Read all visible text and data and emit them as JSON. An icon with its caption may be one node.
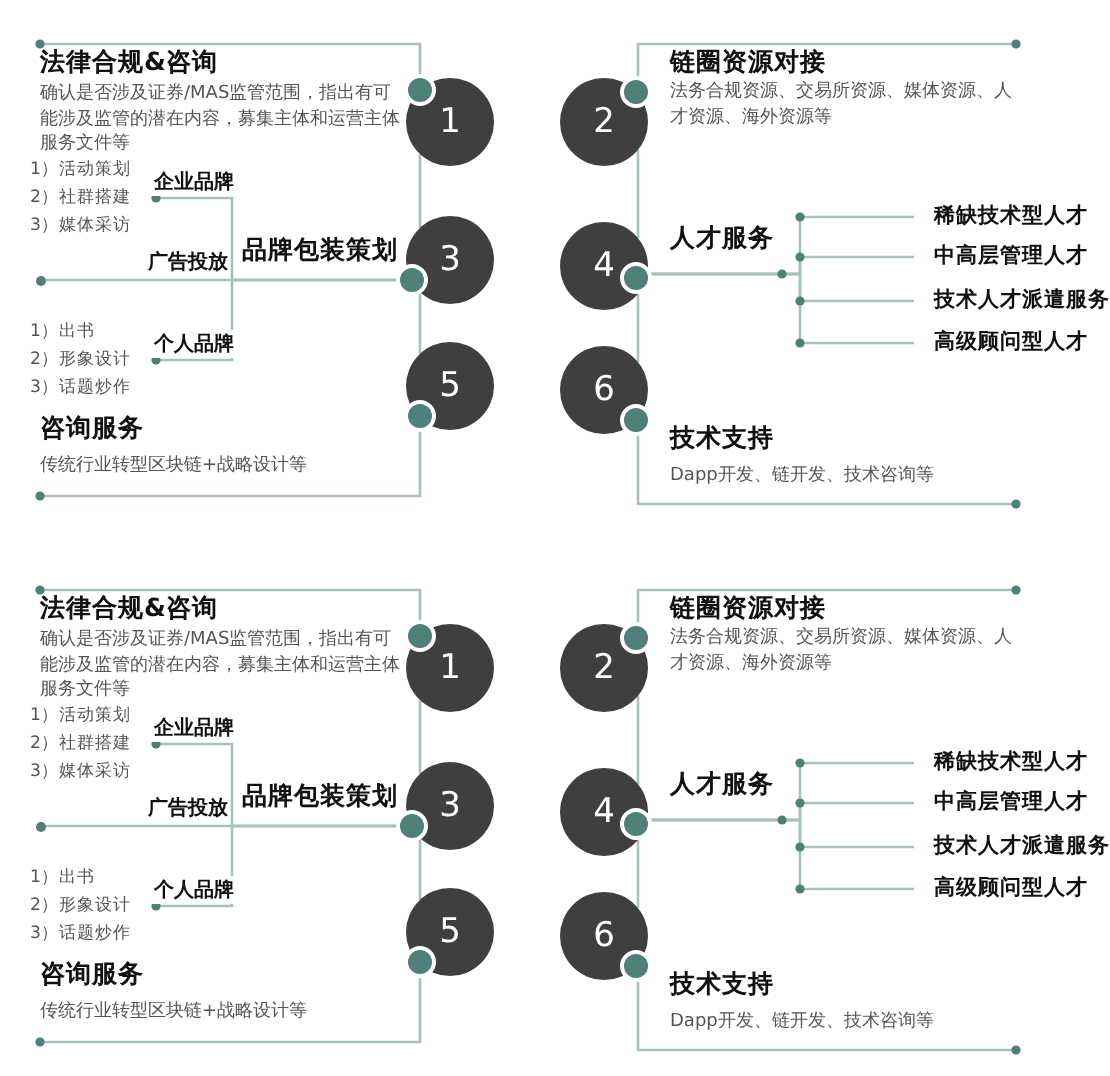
{
  "diagram": {
    "nodes": [
      {
        "text": [
          "1"
        ],
        "beside": [
          "法律合规&咨询",
          "确认是否涉及证券/MAS监管范围，指出有可能涉及监管的潜在内容，募集主体和运营主体服务文件等"
        ]
      },
      {
        "text": [
          "2"
        ],
        "beside": [
          "链圈资源对接",
          "法务合规资源、交易所资源、媒体资源、人才资源、海外资源等"
        ]
      },
      {
        "text": [
          "3"
        ],
        "beside": [
          "品牌包装策划"
        ]
      },
      {
        "text": [
          "4"
        ],
        "beside": [
          "人才服务"
        ]
      },
      {
        "text": [
          "5"
        ],
        "beside": [
          "咨询服务",
          "传统行业转型区块链+战略设计等"
        ]
      },
      {
        "text": [
          "6"
        ],
        "beside": [
          "技术支持",
          "Dapp开发、链开发、技术咨询等"
        ]
      },
      {
        "text": [
          "1）活动策划",
          "2）社群搭建",
          "3）媒体采访"
        ]
      },
      {
        "text": [
          "1）出书",
          "2）形象设计",
          "3）话题炒作"
        ]
      },
      {
        "text": [
          "稀缺技术型人才"
        ]
      },
      {
        "text": [
          "中高层管理人才"
        ]
      },
      {
        "text": [
          "技术人才派遣服务"
        ]
      },
      {
        "text": [
          "高级顾问型人才"
        ]
      },
      {
        "text": [
          "1"
        ],
        "beside": [
          "法律合规&咨询",
          "确认是否涉及证券/MAS监管范围，指出有可能涉及监管的潜在内容，募集主体和运营主体服务文件等"
        ]
      },
      {
        "text": [
          "2"
        ],
        "beside": [
          "链圈资源对接",
          "法务合规资源、交易所资源、媒体资源、人才资源、海外资源等"
        ]
      },
      {
        "text": [
          "3"
        ],
        "beside": [
          "品牌包装策划"
        ]
      },
      {
        "text": [
          "4"
        ],
        "beside": [
          "人才服务"
        ]
      },
      {
        "text": [
          "5"
        ],
        "beside": [
          "咨询服务",
          "传统行业转型区块链+战略设计等"
        ]
      },
      {
        "text": [
          "6"
        ],
        "beside": [
          "技术支持",
          "Dapp开发、链开发、技术咨询等"
        ]
      },
      {
        "text": [
          "1）活动策划",
          "2）社群搭建",
          "3）媒体采访"
        ]
      },
      {
        "text": [
          "1）出书",
          "2）形象设计",
          "3）话题炒作"
        ]
      },
      {
        "text": [
          "稀缺技术型人才"
        ]
      },
      {
        "text": [
          "中高层管理人才"
        ]
      },
      {
        "text": [
          "技术人才派遣服务"
        ]
      },
      {
        "text": [
          "高级顾问型人才"
        ]
      },
      {
        "text": [],
        "shape": "circle"
      },
      {
        "text": [],
        "shape": "circle"
      }
    ],
    "edges": [
      {
        "from": 0,
        "to": 2,
        "arrow": "none"
      },
      {
        "from": 2,
        "to": 4,
        "arrow": "none"
      },
      {
        "from": 1,
        "to": 3,
        "arrow": "none"
      },
      {
        "from": 3,
        "to": 5,
        "arrow": "none"
      },
      {
        "from": 2,
        "to": 6,
        "arrow": "other",
        "label": "企业品牌"
      },
      {
        "from": 2,
        "to": 7,
        "arrow": "other",
        "label": "个人品牌"
      },
      {
        "from": 2,
        "to": 24,
        "arrow": "none",
        "label": "广告投放"
      },
      {
        "from": 3,
        "to": 8,
        "arrow": "none"
      },
      {
        "from": 3,
        "to": 9,
        "arrow": "none"
      },
      {
        "from": 3,
        "to": 10,
        "arrow": "none"
      },
      {
        "from": 3,
        "to": 11,
        "arrow": "none"
      },
      {
        "from": 12,
        "to": 14,
        "arrow": "none"
      },
      {
        "from": 14,
        "to": 16,
        "arrow": "none"
      },
      {
        "from": 13,
        "to": 15,
        "arrow": "none"
      },
      {
        "from": 15,
        "to": 17,
        "arrow": "none"
      },
      {
        "from": 14,
        "to": 18,
        "arrow": "other",
        "label": "企业品牌"
      },
      {
        "from": 14,
        "to": 19,
        "arrow": "other",
        "label": "个人品牌"
      },
      {
        "from": 14,
        "to": 25,
        "arrow": "none",
        "label": "广告投放"
      },
      {
        "from": 15,
        "to": 20,
        "arrow": "none"
      },
      {
        "from": 15,
        "to": 21,
        "arrow": "none"
      },
      {
        "from": 15,
        "to": 22,
        "arrow": "none"
      },
      {
        "from": 15,
        "to": 23,
        "arrow": "none"
      }
    ]
  }
}
